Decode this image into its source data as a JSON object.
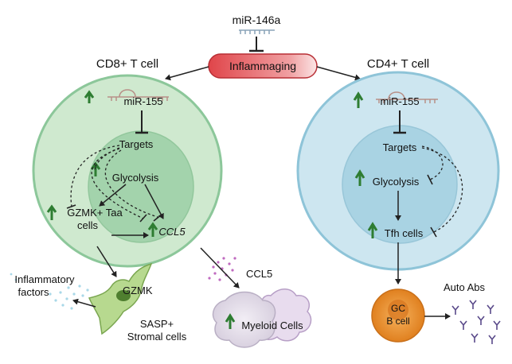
{
  "top": {
    "mirna": "miR-146a",
    "center_label": "Inflammaging"
  },
  "cd8": {
    "title": "CD8+ T cell",
    "mir": "miR-155",
    "targets": "Targets",
    "glycolysis": "Glycolysis",
    "gzmk_cells_line1": "GZMK+ Taa",
    "gzmk_cells_line2": "cells",
    "ccl5": "CCL5"
  },
  "cd4": {
    "title": "CD4+ T cell",
    "mir": "miR-155",
    "targets": "Targets",
    "glycolysis": "Glycolysis",
    "tfh": "Tfh cells"
  },
  "outside": {
    "inflammatory_line1": "Inflammatory",
    "inflammatory_line2": "factors",
    "gzmk": "GZMK",
    "sasp_line1": "SASP+",
    "sasp_line2": "Stromal cells",
    "ccl5_secreted": "CCL5",
    "myeloid": "Myeloid Cells",
    "gc_line1": "GC",
    "gc_line2": "B cell",
    "auto_abs": "Auto Abs"
  },
  "colors": {
    "cd8_outer": "#cfe9cf",
    "cd8_nucleus": "#9fd0a8",
    "cd4_outer": "#cde6f0",
    "cd4_nucleus": "#a9d3e3",
    "up_arrow": "#2e7d32",
    "inflammaging": "#e0454a",
    "gc_b_cell": "#e88a2c",
    "antibody": "#5a4a8a"
  }
}
